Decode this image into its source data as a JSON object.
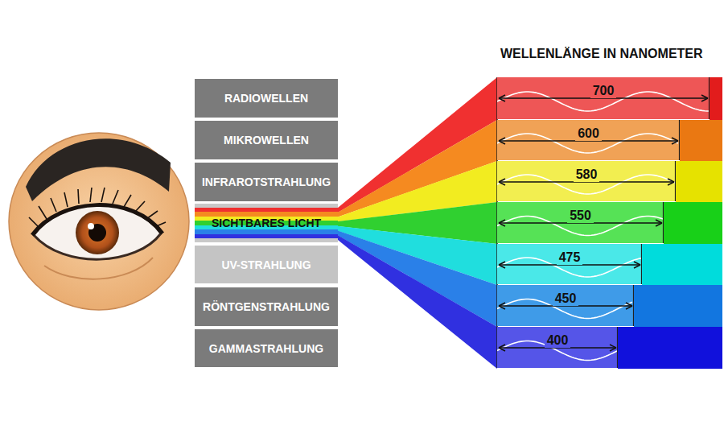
{
  "diagram": {
    "title": "WELLENLÄNGE IN NANOMETER",
    "nodes": [
      {
        "text": [
          "RADIOWELLEN"
        ]
      },
      {
        "text": [
          "MIKROWELLEN"
        ]
      },
      {
        "text": [
          "INFRAROTSTRAHLUNG"
        ]
      },
      {
        "text": [
          "SICHTBARES LICHT"
        ]
      },
      {
        "text": [
          "UV-STRAHLUNG"
        ]
      },
      {
        "text": [
          "RÖNTGENSTRAHLUNG"
        ]
      },
      {
        "text": [
          "GAMMASTRAHLUNG"
        ]
      },
      {
        "text": [
          "700"
        ]
      },
      {
        "text": [
          "600"
        ]
      },
      {
        "text": [
          "580"
        ]
      },
      {
        "text": [
          "550"
        ]
      },
      {
        "text": [
          "475"
        ]
      },
      {
        "text": [
          "450"
        ]
      },
      {
        "text": [
          "400"
        ]
      }
    ]
  }
}
